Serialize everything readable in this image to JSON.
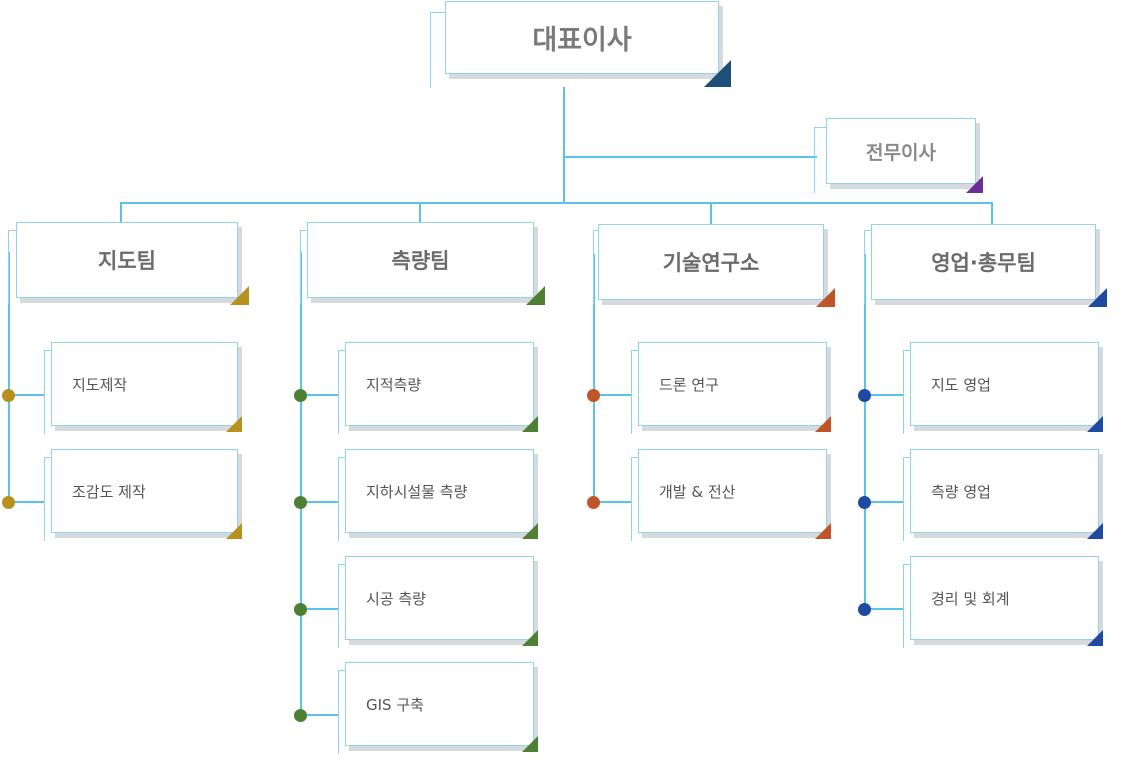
{
  "top": {
    "label": "대표이사",
    "corner_color": "#1d4f7a"
  },
  "side": {
    "label": "전무이사",
    "corner_color": "#6a2f97"
  },
  "teams": [
    {
      "label": "지도팀",
      "color": "#b8901e",
      "items": [
        "지도제작",
        "조감도 제작"
      ]
    },
    {
      "label": "측량팀",
      "color": "#4e7f32",
      "items": [
        "지적측량",
        "지하시설물 측량",
        "시공 측량",
        "GIS 구축"
      ]
    },
    {
      "label": "기술연구소",
      "color": "#c0552a",
      "items": [
        "드론 연구",
        "개발 & 전산"
      ]
    },
    {
      "label": "영업·총무팀",
      "color": "#1f4aa0",
      "items": [
        "지도 영업",
        "측량 영업",
        "경리 및 회계"
      ]
    }
  ],
  "line_color": "#5cc3e8"
}
